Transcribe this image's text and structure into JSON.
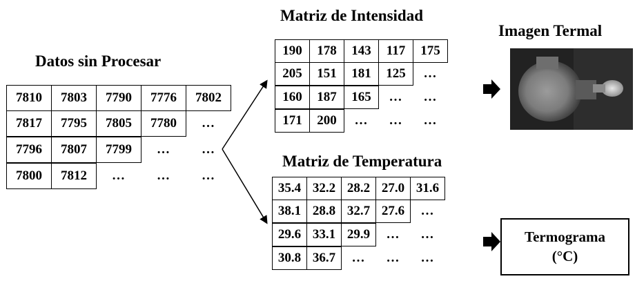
{
  "raw": {
    "title": "Datos sin Procesar",
    "rows": [
      [
        "7810",
        "7803",
        "7790",
        "7776",
        "7802"
      ],
      [
        "7817",
        "7795",
        "7805",
        "7780",
        "…"
      ],
      [
        "7796",
        "7807",
        "7799",
        "…",
        "…"
      ],
      [
        "7800",
        "7812",
        "…",
        "…",
        "…"
      ]
    ]
  },
  "intensity": {
    "title": "Matriz de Intensidad",
    "rows": [
      [
        "190",
        "178",
        "143",
        "117",
        "175"
      ],
      [
        "205",
        "151",
        "181",
        "125",
        "…"
      ],
      [
        "160",
        "187",
        "165",
        "…",
        "…"
      ],
      [
        "171",
        "200",
        "…",
        "…",
        "…"
      ]
    ]
  },
  "temperature": {
    "title": "Matriz de Temperatura",
    "rows": [
      [
        "35.4",
        "32.2",
        "28.2",
        "27.0",
        "31.6"
      ],
      [
        "38.1",
        "28.8",
        "32.7",
        "27.6",
        "…"
      ],
      [
        "29.6",
        "33.1",
        "29.9",
        "…",
        "…"
      ],
      [
        "30.8",
        "36.7",
        "…",
        "…",
        "…"
      ]
    ]
  },
  "thermal_image": {
    "title": "Imagen Termal"
  },
  "thermogram": {
    "line1": "Termograma",
    "line2": "(°C)"
  }
}
